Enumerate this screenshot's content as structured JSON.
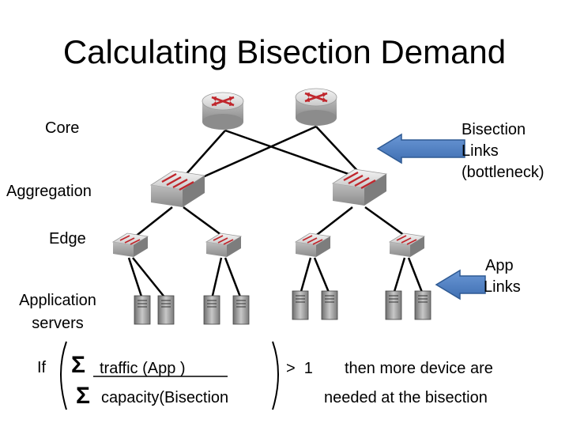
{
  "title": "Calculating Bisection Demand",
  "labels": {
    "core": "Core",
    "aggregation": "Aggregation",
    "edge": "Edge",
    "application_servers_line1": "Application",
    "application_servers_line2": "servers",
    "bisection_line1": "Bisection",
    "bisection_line2": "Links",
    "bisection_line3": "(bottleneck)",
    "app_line1": "App",
    "app_line2": "Links"
  },
  "formula": {
    "if": "If",
    "sigma": "Σ",
    "numerator": "traffic (App )",
    "denominator": "capacity(Bisection",
    "comparison": ">  1",
    "conclusion_line1": "then more device are",
    "conclusion_line2": "needed at the bisection"
  },
  "colors": {
    "arrow": "#4a7cc0",
    "arrow_stroke": "#2f5a93",
    "device_red": "#c0262c",
    "device_gray": "#d9d9d9"
  }
}
